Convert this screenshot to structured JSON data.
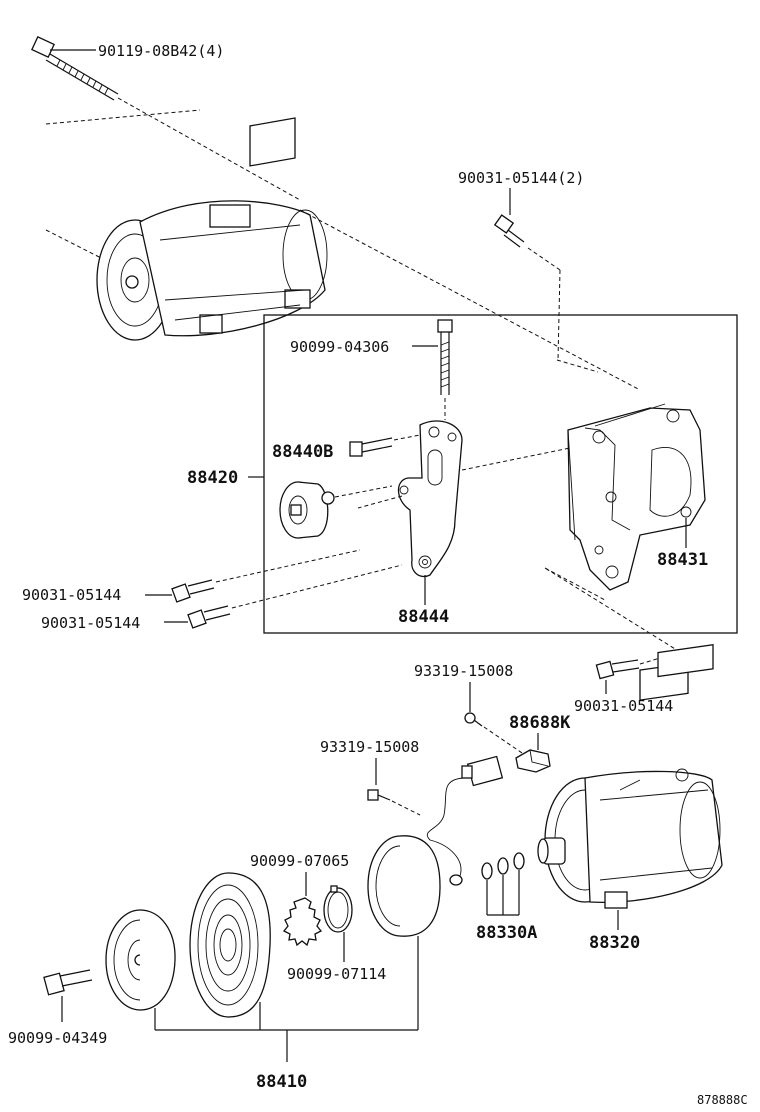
{
  "labels": {
    "bolt_top": "90119-08B42(4)",
    "bolt_upper_right": "90031-05144(2)",
    "bracket_bolt": "90099-04306",
    "idler_bolt": "88440B",
    "assembly": "88420",
    "bracket_left_1": "90031-05144",
    "bracket_left_2": "90031-05144",
    "bracket": "88444",
    "mount_bracket": "88431",
    "screw_1": "93319-15008",
    "clamp": "88688K",
    "bolt_mid_right": "90031-05144",
    "screw_2": "93319-15008",
    "snap_ring_1": "90099-07065",
    "snap_ring_2": "90099-07114",
    "shims": "88330A",
    "compressor": "88320",
    "hub_bolt": "90099-04349",
    "clutch": "88410",
    "diagram_code": "878888C"
  }
}
